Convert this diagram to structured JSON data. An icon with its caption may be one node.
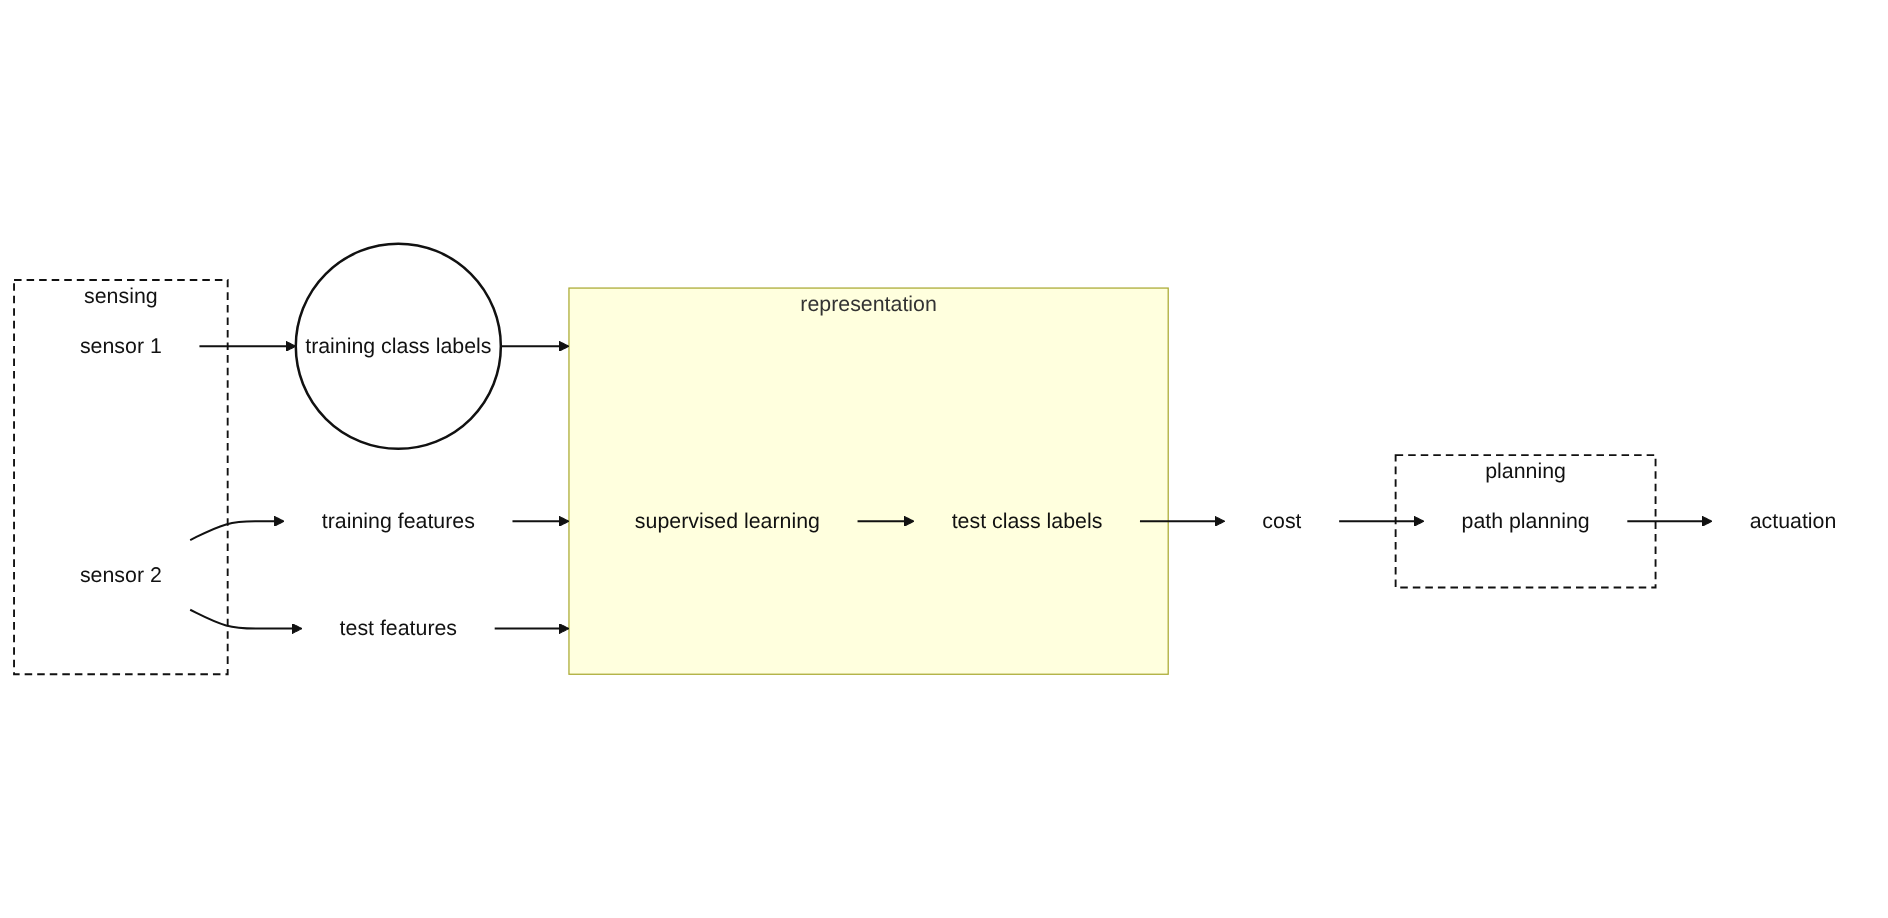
{
  "diagram": {
    "nodes": [
      {
        "text": [
          "sensing"
        ]
      },
      {
        "text": [
          "sensor 1"
        ],
        "in": 0
      },
      {
        "text": [
          "sensor 2"
        ],
        "in": 0
      },
      {
        "text": [
          "training class labels"
        ]
      },
      {
        "text": [
          "training features"
        ]
      },
      {
        "text": [
          "test features"
        ]
      },
      {
        "text": [
          "representation"
        ]
      },
      {
        "text": [
          "supervised learning"
        ],
        "in": 6
      },
      {
        "text": [
          "test class labels"
        ],
        "in": 6
      },
      {
        "text": [
          "cost"
        ]
      },
      {
        "text": [
          "planning"
        ]
      },
      {
        "text": [
          "path planning"
        ],
        "in": 10
      },
      {
        "text": [
          "actuation"
        ]
      }
    ],
    "edges": [
      {
        "from": 1,
        "to": 3,
        "arrow": "to"
      },
      {
        "from": 2,
        "to": 4,
        "arrow": "to"
      },
      {
        "from": 2,
        "to": 5,
        "arrow": "to"
      },
      {
        "from": 3,
        "to": 6,
        "arrow": "to"
      },
      {
        "from": 4,
        "to": 6,
        "arrow": "to"
      },
      {
        "from": 5,
        "to": 6,
        "arrow": "to"
      },
      {
        "from": 7,
        "to": 8,
        "arrow": "to"
      },
      {
        "from": 8,
        "to": 9,
        "arrow": "to"
      },
      {
        "from": 9,
        "to": 11,
        "arrow": "to"
      },
      {
        "from": 11,
        "to": 12,
        "arrow": "to"
      }
    ]
  }
}
